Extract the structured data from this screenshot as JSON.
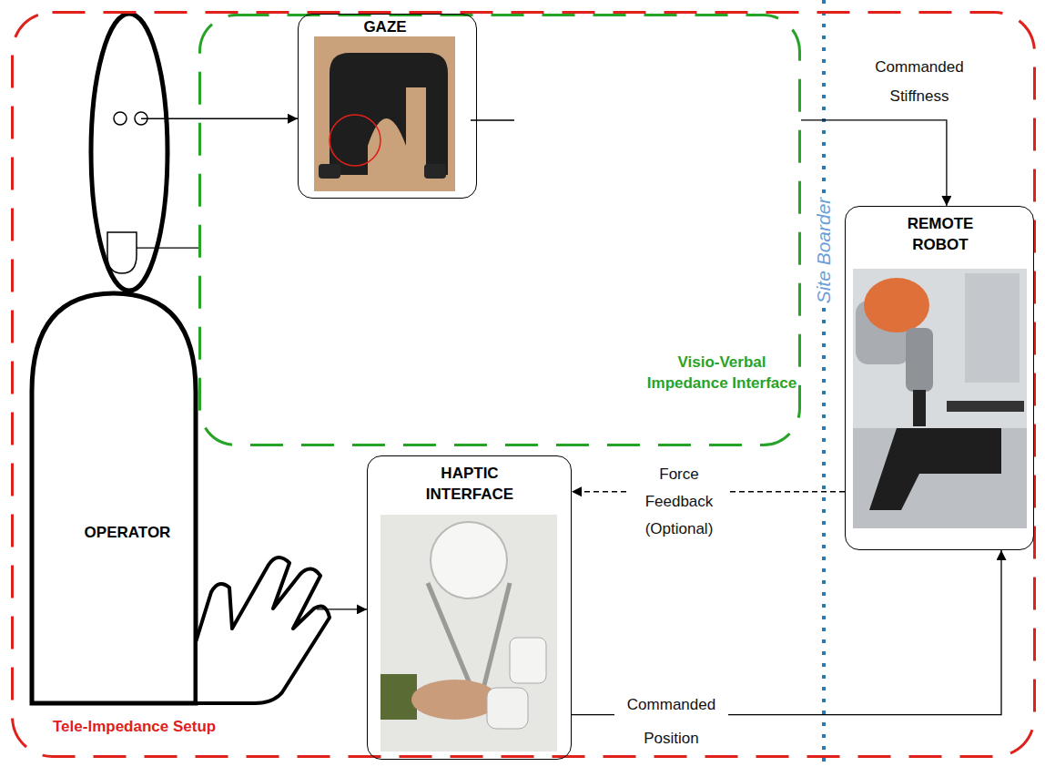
{
  "diagram": {
    "nodes": [
      {
        "text": [
          "Tele-Impedance Setup"
        ]
      },
      {
        "text": [
          "OPERATOR"
        ],
        "in": 0
      },
      {
        "text": [
          "Visio-Verbal Impedance Interface"
        ],
        "in": 0
      },
      {
        "text": [
          "GAZE"
        ],
        "in": 2
      },
      {
        "text": [
          "REMOTE ROBOT"
        ],
        "in": 0
      },
      {
        "text": [
          "HAPTIC INTERFACE"
        ],
        "in": 0
      }
    ],
    "edges": [
      {
        "from": 1,
        "to": 3,
        "arrow": "to"
      },
      {
        "from": 1,
        "to": 2,
        "arrow": "none"
      },
      {
        "from": 2,
        "to": 4,
        "label": "Commanded Stiffness",
        "arrow": "to"
      },
      {
        "from": 1,
        "to": 5,
        "arrow": "to"
      },
      {
        "from": 4,
        "to": 5,
        "label": "Force Feedback (Optional)",
        "arrow": "to"
      },
      {
        "from": 5,
        "to": 4,
        "label": "Commanded Position",
        "arrow": "to"
      }
    ],
    "labels": [
      "Site Boarder"
    ]
  }
}
